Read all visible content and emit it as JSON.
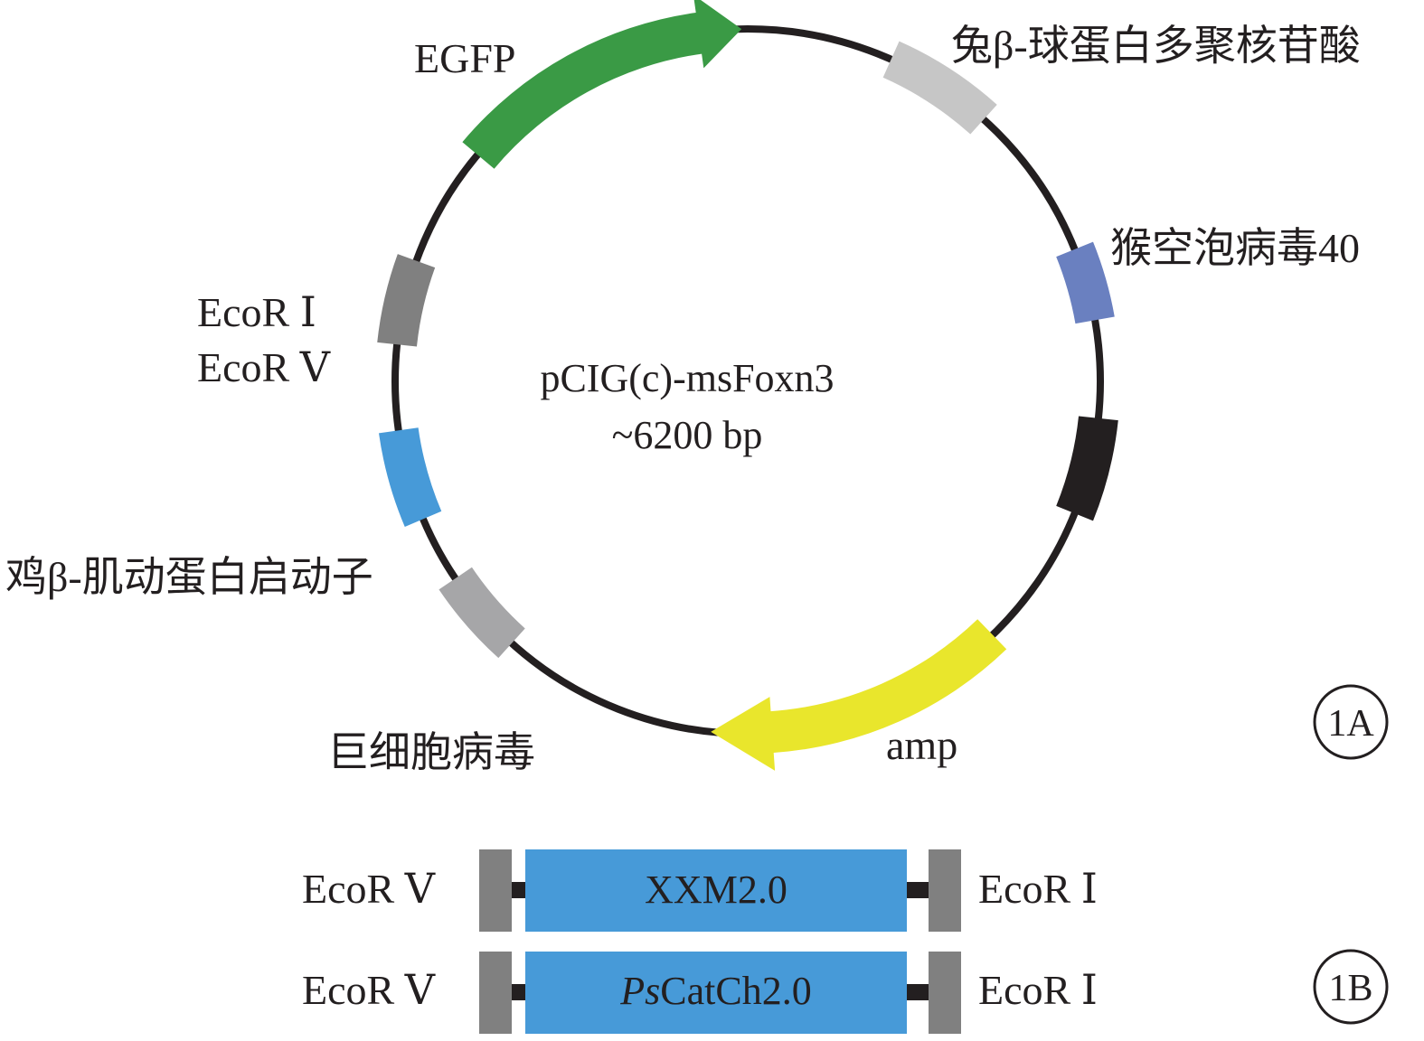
{
  "plasmid": {
    "name": "pCIG(c)-msFoxn3",
    "size": "~6200 bp",
    "backbone_color": "#231f20",
    "features": [
      {
        "key": "egfp",
        "label": "EGFP",
        "color": "#3a9a45",
        "shape": "arrow-clockwise"
      },
      {
        "key": "polya",
        "label": "兔β-球蛋白多聚核苷酸",
        "color": "#c6c6c6",
        "shape": "block"
      },
      {
        "key": "sv40",
        "label": "猴空泡病毒40",
        "color": "#6a80c0",
        "shape": "block"
      },
      {
        "key": "black",
        "label": "",
        "color": "#231f20",
        "shape": "block"
      },
      {
        "key": "amp",
        "label": "amp",
        "color": "#e9e62c",
        "shape": "arrow-counterclockwise"
      },
      {
        "key": "cmv",
        "label": "巨细胞病毒",
        "color": "#a6a6a8",
        "shape": "block"
      },
      {
        "key": "cba",
        "label": "鸡β-肌动蛋白启动子",
        "color": "#479ad8",
        "shape": "block"
      },
      {
        "key": "mcs",
        "label_lines": [
          "EcoR Ⅰ",
          "EcoR Ⅴ"
        ],
        "color": "#808080",
        "shape": "block"
      }
    ]
  },
  "panel_a_label": "1A",
  "panel_b_label": "1B",
  "constructs": [
    {
      "left_site": "EcoR Ⅴ",
      "insert": "XXM2.0",
      "insert_italic_prefix": "",
      "right_site": "EcoR Ⅰ"
    },
    {
      "left_site": "EcoR Ⅴ",
      "insert": "CatCh2.0",
      "insert_italic_prefix": "Ps",
      "right_site": "EcoR Ⅰ"
    }
  ],
  "construct_colors": {
    "insert": "#479ad8",
    "flank": "#808080",
    "linker": "#231f20"
  }
}
